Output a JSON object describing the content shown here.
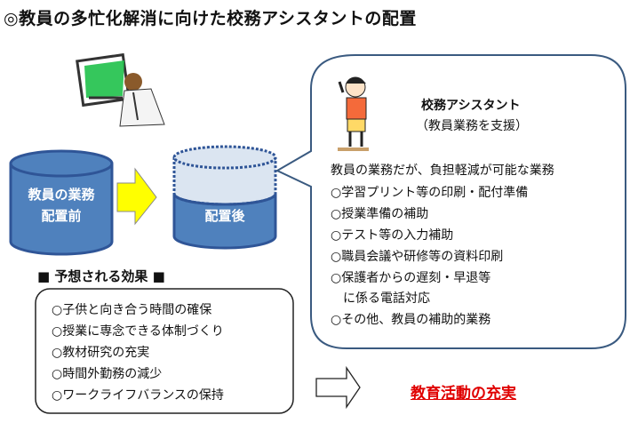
{
  "title": "◎教員の多忙化解消に向けた校務アシスタントの配置",
  "before": {
    "line1": "教員の業務",
    "line2": "配置前"
  },
  "after": {
    "label": "配置後"
  },
  "effects": {
    "heading": "■ 予想される効果 ■",
    "items": [
      "○子供と向き合う時間の確保",
      "○授業に専念できる体制づくり",
      "○教材研究の充実",
      "○時間外勤務の減少",
      "○ワークライフバランスの保持"
    ]
  },
  "assistant": {
    "title": "校務アシスタント",
    "subtitle": "（教員業務を支援）",
    "lead": "教員の業務だが、負担軽減が可能な業務",
    "tasks": [
      "○学習プリント等の印刷・配付準備",
      "○授業準備の補助",
      "○テスト等の入力補助",
      "○職員会議や研修等の資料印刷",
      "○保護者からの遅刻・早退等",
      "　に係る電話対応",
      "○その他、教員の補助的業務"
    ]
  },
  "result": "教育活動の充実",
  "colors": {
    "cylinder": "#4f81bd",
    "cylinder_border": "#2f5597",
    "arrow": "#ffff00",
    "result": "#e00000"
  }
}
